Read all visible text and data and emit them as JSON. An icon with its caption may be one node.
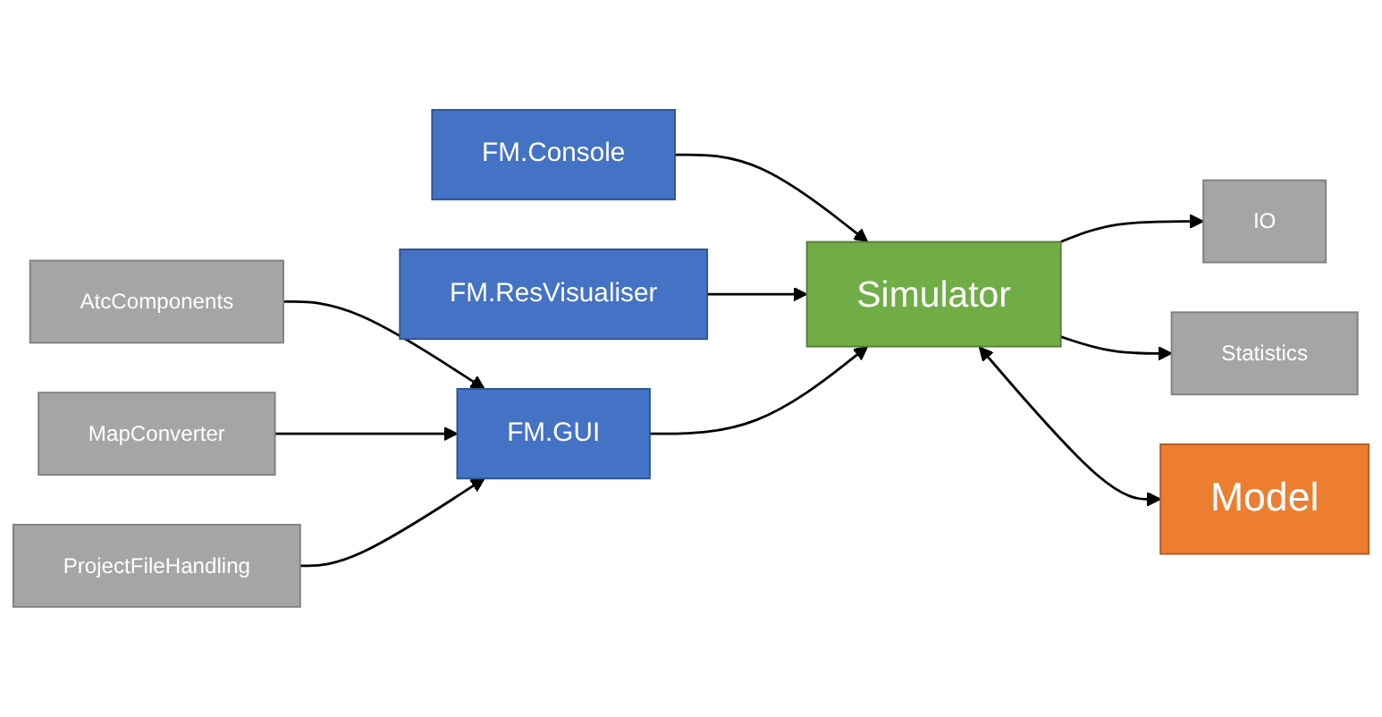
{
  "diagram": {
    "nodes": [
      {
        "text": [
          "IO"
        ]
      },
      {
        "text": [
          "Statistics"
        ]
      },
      {
        "text": [
          "FM.Console"
        ]
      },
      {
        "text": [
          "FM.ResVisualiser"
        ]
      },
      {
        "text": [
          "Simulator"
        ]
      },
      {
        "text": [
          "Model"
        ]
      },
      {
        "text": [
          "FM.GUI"
        ]
      },
      {
        "text": [
          "AtcComponents"
        ]
      },
      {
        "text": [
          "MapConverter"
        ]
      },
      {
        "text": [
          "ProjectFileHandling"
        ]
      }
    ],
    "edges": [
      {
        "from": 4,
        "to": 0,
        "arrow": "to"
      },
      {
        "from": 4,
        "to": 1,
        "arrow": "to"
      },
      {
        "from": 2,
        "to": 4,
        "arrow": "to"
      },
      {
        "from": 3,
        "to": 4,
        "arrow": "to"
      },
      {
        "from": 6,
        "to": 4,
        "arrow": "to"
      },
      {
        "from": 4,
        "to": 5,
        "arrow": "both"
      },
      {
        "from": 7,
        "to": 6,
        "arrow": "to"
      },
      {
        "from": 8,
        "to": 6,
        "arrow": "to"
      },
      {
        "from": 9,
        "to": 6,
        "arrow": "to"
      }
    ]
  }
}
